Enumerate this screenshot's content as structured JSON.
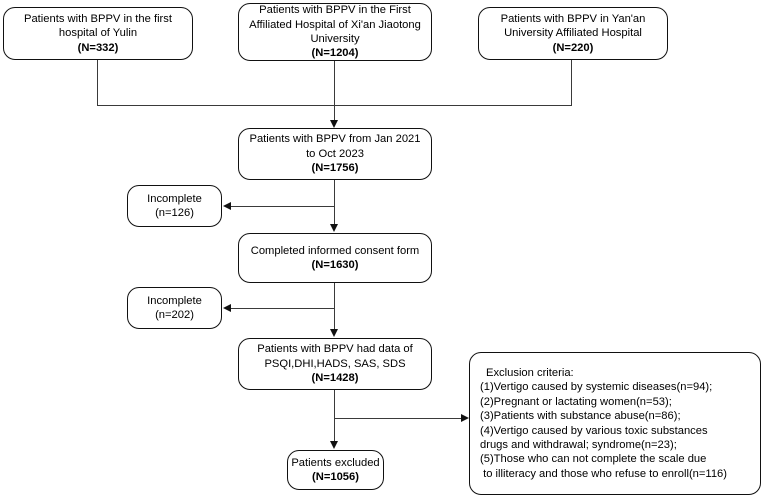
{
  "diagram": {
    "title": "BPPV patient enrollment flow chart",
    "line_color": "#3a3a3a",
    "box_border_color": "#111111",
    "background": "#ffffff"
  },
  "sources": [
    {
      "id": "source-yulin",
      "line1": "Patients with BPPV in the first",
      "line2": "hospital of Yulin",
      "count": "(N=332)"
    },
    {
      "id": "source-xian-jiaotong",
      "line1": "Patients with BPPV in the First",
      "line2": "Affiliated Hospital of Xi'an Jiaotong",
      "line3": "University",
      "count": "(N=1204)"
    },
    {
      "id": "source-yanan",
      "line1": "Patients with BPPV in Yan'an",
      "line2": "University Affiliated Hospital",
      "count": "(N=220)"
    }
  ],
  "pooled": {
    "line1": "Patients with BPPV from Jan 2021",
    "line2": "to Oct 2023",
    "count": "(N=1756)"
  },
  "excluded_consent": {
    "label": "Incomplete",
    "count": "(n=126)"
  },
  "consent": {
    "line1": "Completed informed consent form",
    "count": "(N=1630)"
  },
  "excluded_scales": {
    "label": "Incomplete",
    "count": "(n=202)"
  },
  "scales": {
    "line1": "Patients with BPPV had data of",
    "line2": "PSQI,DHI,HADS, SAS, SDS",
    "count": "(N=1428)"
  },
  "patients_excluded": {
    "line1": "Patients excluded",
    "count": "(N=1056)"
  },
  "exclusion_criteria": {
    "heading": "Exclusion criteria:",
    "items": [
      "(1)Vertigo caused by systemic diseases(n=94);",
      "(2)Pregnant or lactating women(n=53);",
      "(3)Patients with substance abuse(n=86);",
      "(4)Vertigo caused by various toxic substances",
      "drugs and withdrawal; syndrome(n=23);",
      "(5)Those who can not complete the scale due",
      " to illiteracy and those who refuse to enroll(n=116)"
    ]
  }
}
